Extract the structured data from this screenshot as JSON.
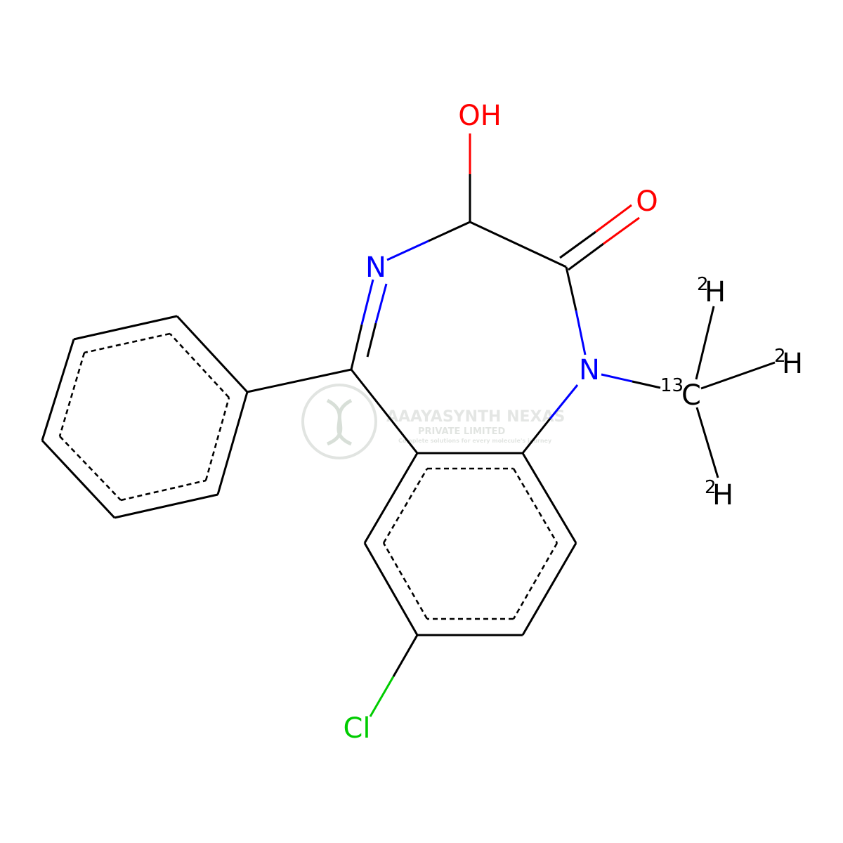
{
  "atoms": {
    "oh": "OH",
    "o": "O",
    "n_imine": "N",
    "n_amide": "N",
    "cl": "Cl",
    "c13_mass": "13",
    "c13_symbol": "C",
    "d1_mass": "2",
    "d1_symbol": "H",
    "d2_mass": "2",
    "d2_symbol": "H",
    "d3_mass": "2",
    "d3_symbol": "H"
  },
  "watermark": {
    "company": "AAAYASYNTH NEXAS",
    "subtitle": "PRIVATE LIMITED",
    "tagline": "Complete solutions for every molecule's journey"
  },
  "colors": {
    "carbon_bond": "#000000",
    "nitrogen": "#0000FF",
    "oxygen": "#FF0000",
    "chlorine": "#00CC00",
    "watermark": "#c9cfc9"
  }
}
